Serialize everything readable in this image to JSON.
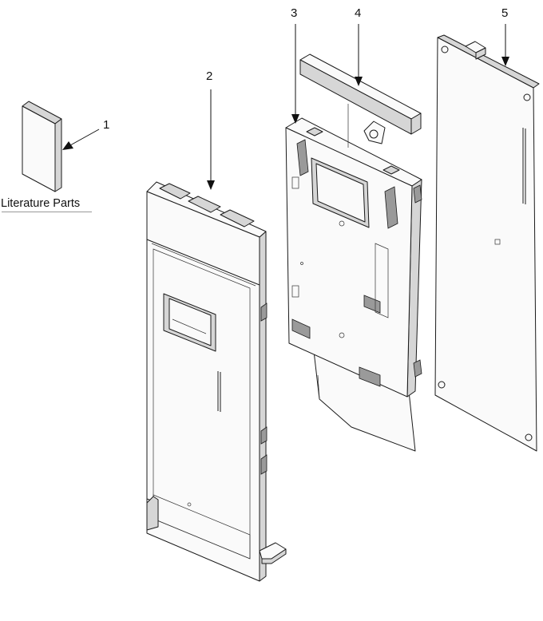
{
  "callouts": [
    {
      "id": "1",
      "label": "1"
    },
    {
      "id": "2",
      "label": "2"
    },
    {
      "id": "3",
      "label": "3"
    },
    {
      "id": "4",
      "label": "4"
    },
    {
      "id": "5",
      "label": "5"
    }
  ],
  "captions": {
    "literature": "Literature Parts"
  }
}
